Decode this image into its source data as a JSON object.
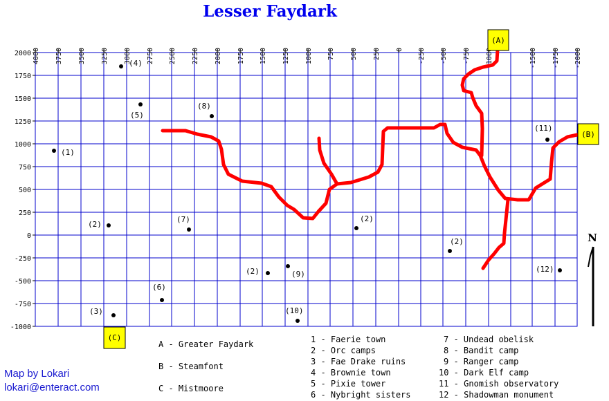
{
  "title": "Lesser Faydark",
  "colors": {
    "title": "#0000ee",
    "grid": "#0000cc",
    "route": "#ff0000",
    "marker_fill": "#ffff00",
    "credit": "#1a1ad0"
  },
  "map": {
    "x_ticks": [
      "4000",
      "3750",
      "3500",
      "3250",
      "3000",
      "2750",
      "2500",
      "2250",
      "2000",
      "1750",
      "1500",
      "1250",
      "1000",
      "750",
      "500",
      "250",
      "0",
      "-250",
      "-500",
      "-750",
      "-1000",
      "-1500",
      "-1750",
      "-2000"
    ],
    "y_ticks": [
      "2000",
      "1750",
      "1500",
      "1250",
      "1000",
      "750",
      "500",
      "250",
      "0",
      "-250",
      "-500",
      "-750",
      "-1000"
    ],
    "pois": [
      {
        "label": "(1)"
      },
      {
        "label": "(4)"
      },
      {
        "label": "(5)"
      },
      {
        "label": "(8)"
      },
      {
        "label": "(2)"
      },
      {
        "label": "(7)"
      },
      {
        "label": "(2)"
      },
      {
        "label": "(2)"
      },
      {
        "label": "(9)"
      },
      {
        "label": "(6)"
      },
      {
        "label": "(3)"
      },
      {
        "label": "(10)"
      },
      {
        "label": "(2)"
      },
      {
        "label": "(11)"
      },
      {
        "label": "(12)"
      }
    ],
    "zone_markers": [
      {
        "label": "(A)"
      },
      {
        "label": "(B)"
      },
      {
        "label": "(C)"
      }
    ],
    "compass_label": "N"
  },
  "legend": {
    "zones": [
      "A - Greater Faydark",
      "B - Steamfont",
      "C - Mistmoore"
    ],
    "numbers_col1": [
      "1 - Faerie town",
      "2 - Orc camps",
      "3 - Fae Drake ruins",
      "4 - Brownie town",
      "5 - Pixie tower",
      "6 - Nybright sisters"
    ],
    "numbers_col2": [
      "7 - Undead obelisk",
      "8 - Bandit camp",
      "9 - Ranger camp",
      "10 - Dark Elf camp",
      "11 - Gnomish observatory",
      "12 - Shadowman monument"
    ]
  },
  "credits": {
    "author": "Map by Lokari",
    "email": "lokari@enteract.com"
  }
}
